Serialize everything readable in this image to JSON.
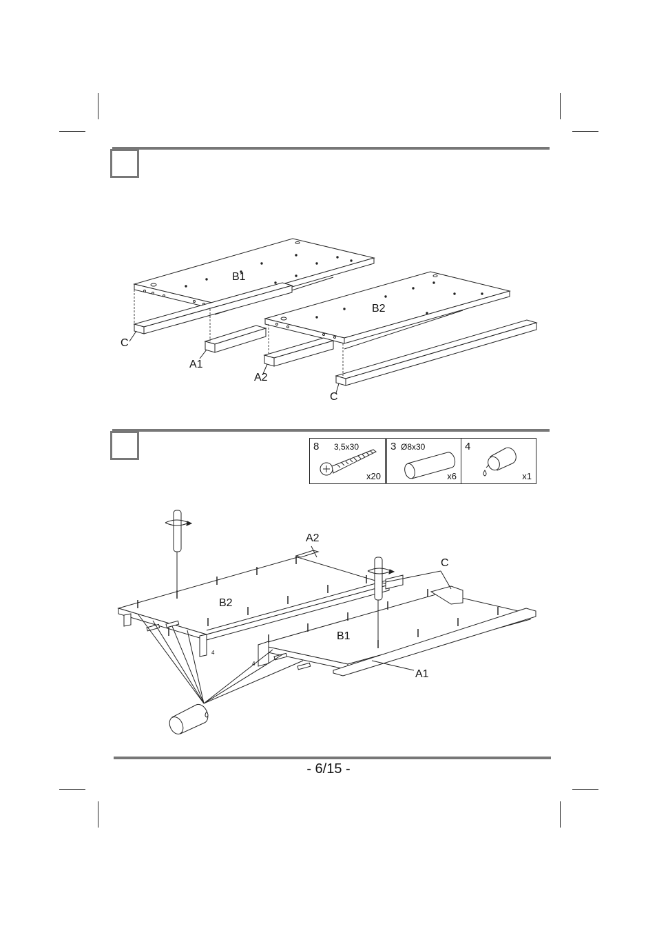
{
  "step1": {
    "labels": {
      "b1": "B1",
      "b2": "B2",
      "c_left": "C",
      "a1": "A1",
      "a2": "A2",
      "c_right": "C"
    }
  },
  "step2": {
    "hardware": [
      {
        "number": "8",
        "size": "3,5x30",
        "quantity": "x20",
        "icon": "screw-icon"
      },
      {
        "number": "3",
        "size": "Ø8x30",
        "quantity": "x6",
        "icon": "dowel-icon"
      },
      {
        "number": "4",
        "size": "",
        "quantity": "x1",
        "icon": "glue-bottle-icon"
      }
    ],
    "labels": {
      "a2": "A2",
      "c": "C",
      "b2": "B2",
      "b1": "B1",
      "a1": "A1",
      "small_a": "4",
      "small_b": "4"
    }
  },
  "footer": {
    "page_number": "- 6/15 -"
  }
}
